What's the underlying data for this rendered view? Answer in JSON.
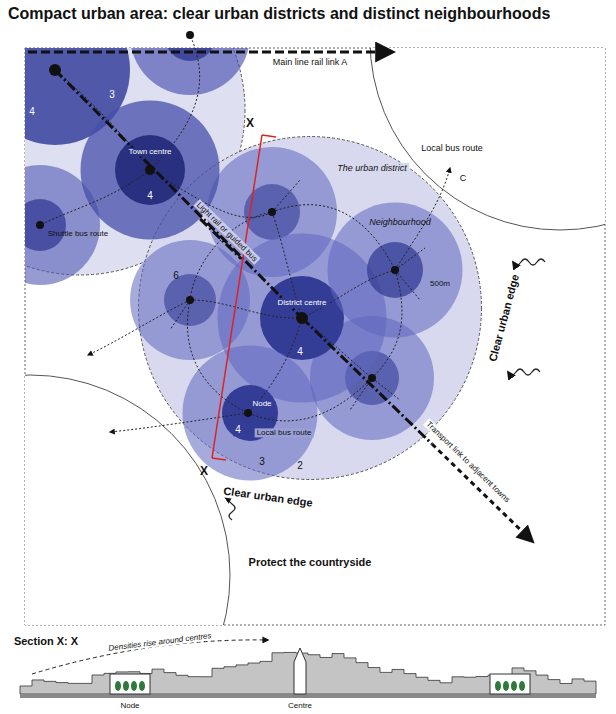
{
  "diagram": {
    "title": "Compact urban area: clear urban districts and distinct neighbourhoods",
    "nodes": [
      {
        "text": [
          "The urban district"
        ]
      },
      {
        "text": [
          "District centre"
        ],
        "in": 0
      },
      {
        "text": [
          "Neighbourhood",
          "500m"
        ],
        "in": 0
      },
      {
        "text": [
          "Node"
        ],
        "in": 0
      },
      {
        "text": [
          "Town centre"
        ]
      }
    ],
    "edges": [
      {
        "from": 4,
        "to": 1,
        "arrow": "none",
        "label": "Light rail or guided bus"
      }
    ],
    "labels": [
      "Main line rail link A",
      "3",
      "4",
      "4",
      "Shuttle bus route",
      "X",
      "X",
      "Local bus route",
      "C",
      "6",
      "4",
      "4",
      "3",
      "2",
      "Local bus route",
      "Clear urban edge",
      "Clear urban edge",
      "Transport link to adjacent towns",
      "Protect the countryside",
      "Section X: X",
      "Densities rise around centres",
      "Node",
      "Centre"
    ]
  }
}
